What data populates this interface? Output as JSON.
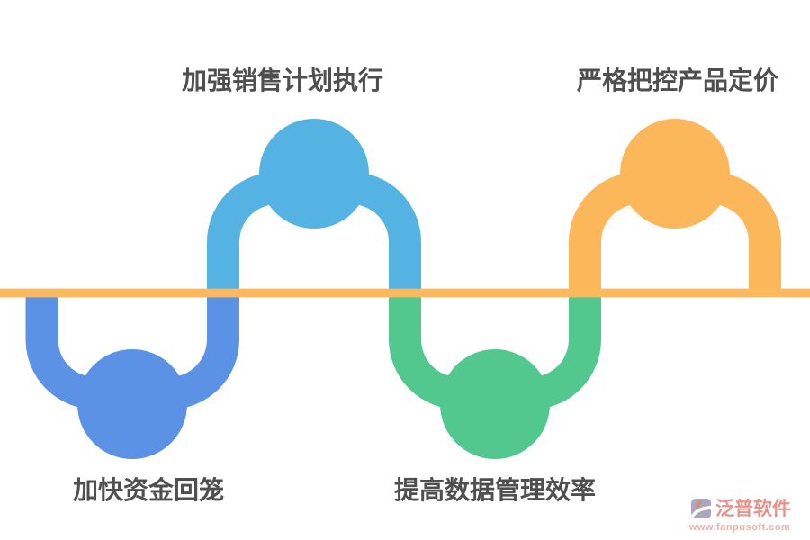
{
  "diagram": {
    "title_hidden": "",
    "baseline_color": "#FDB95C",
    "label_color": "#4F4F4F",
    "nodes": [
      {
        "id": "sales-plan-execution",
        "label": "加强销售计划执行",
        "side": "top",
        "color": "#55B3E3"
      },
      {
        "id": "product-pricing",
        "label": "严格把控产品定价",
        "side": "top",
        "color": "#FBB75A"
      },
      {
        "id": "capital-return",
        "label": "加快资金回笼",
        "side": "bottom",
        "color": "#5B92E5"
      },
      {
        "id": "data-management",
        "label": "提高数据管理效率",
        "side": "bottom",
        "color": "#52C78E"
      }
    ]
  },
  "watermark": {
    "brand": "泛普软件",
    "url": "www.fanpusoft.com",
    "brand_color": "#E5948B",
    "url_color": "#EFB1A7",
    "icon": "fanpu-logo-icon"
  }
}
